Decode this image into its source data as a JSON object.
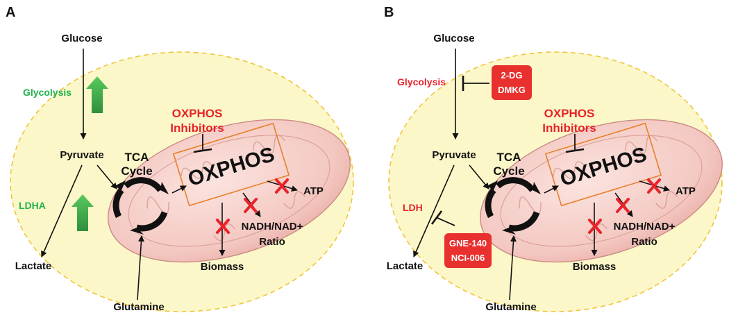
{
  "panel_a": {
    "letter": "A",
    "glucose": "Glucose",
    "glycolysis": "Glycolysis",
    "pyruvate": "Pyruvate",
    "ldha": "LDHA",
    "lactate": "Lactate",
    "tca_line1": "TCA",
    "tca_line2": "Cycle",
    "oxphos_inhibitors_line1": "OXPHOS",
    "oxphos_inhibitors_line2": "Inhibitors",
    "oxphos": "OXPHOS",
    "atp": "ATP",
    "nadh_line1": "NADH/NAD+",
    "nadh_line2": "Ratio",
    "biomass": "Biomass",
    "glutamine": "Glutamine"
  },
  "panel_b": {
    "letter": "B",
    "glucose": "Glucose",
    "glycolysis": "Glycolysis",
    "glycolysis_inhibitor_1": "2-DG",
    "glycolysis_inhibitor_2": "DMKG",
    "pyruvate": "Pyruvate",
    "ldh": "LDH",
    "ldh_inhibitor_1": "GNE-140",
    "ldh_inhibitor_2": "NCI-006",
    "lactate": "Lactate",
    "tca_line1": "TCA",
    "tca_line2": "Cycle",
    "oxphos_inhibitors_line1": "OXPHOS",
    "oxphos_inhibitors_line2": "Inhibitors",
    "oxphos": "OXPHOS",
    "atp": "ATP",
    "nadh_line1": "NADH/NAD+",
    "nadh_line2": "Ratio",
    "biomass": "Biomass",
    "glutamine": "Glutamine"
  },
  "colors": {
    "cell_fill": "#fbf7c8",
    "cell_border": "#f0c53c",
    "mito_fill": "#f4c9c4",
    "mito_edge": "#d99a92",
    "green_label": "#22b34a",
    "red_label": "#e8232a",
    "oxphos_box_border": "#e8802a",
    "inhibitor_box": "#e8302e"
  }
}
